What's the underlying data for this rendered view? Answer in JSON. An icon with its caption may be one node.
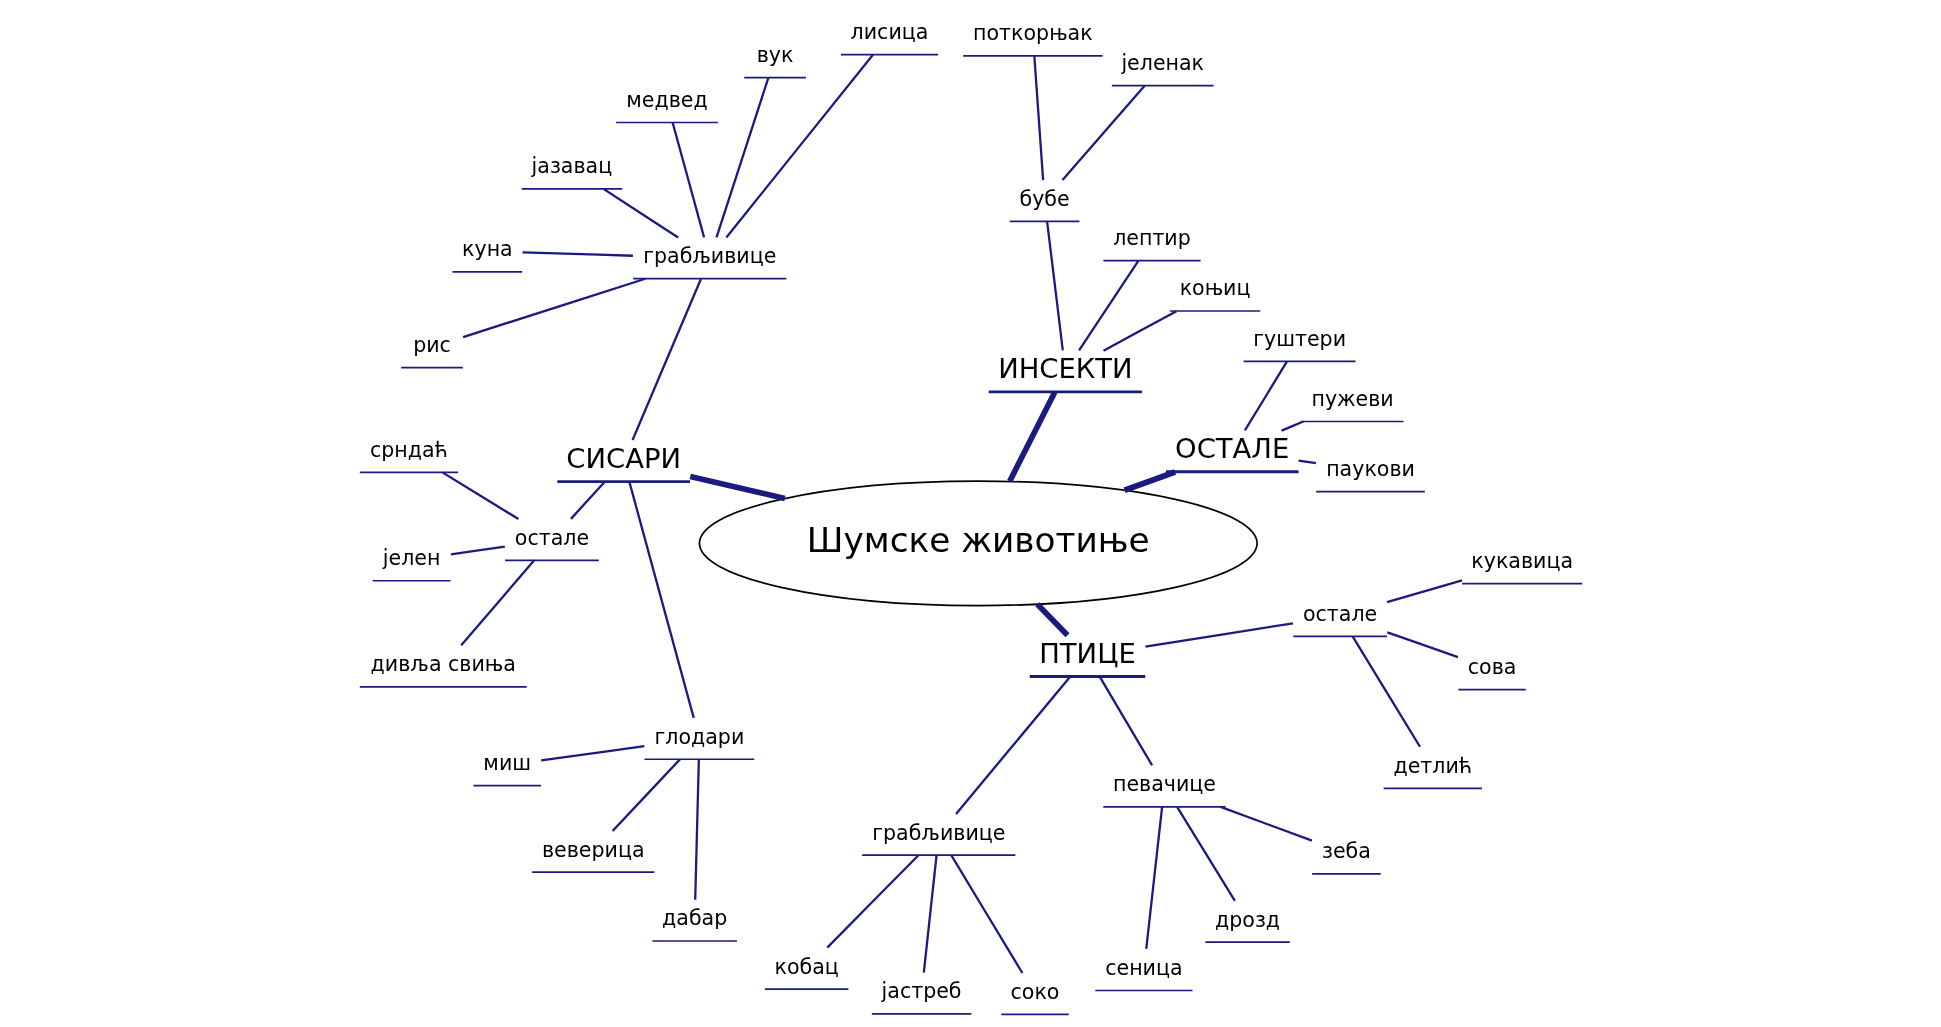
{
  "diagram": {
    "nodes": [
      {
        "text": [
          "Шумске животиње"
        ]
      },
      {
        "text": [
          "ОСТАЛЕ"
        ]
      },
      {
        "text": [
          "паукови"
        ]
      },
      {
        "text": [
          "пужеви"
        ]
      },
      {
        "text": [
          "гуштери"
        ]
      },
      {
        "text": [
          "ИНСЕКТИ"
        ]
      },
      {
        "text": [
          "коњиц"
        ]
      },
      {
        "text": [
          "лептир"
        ]
      },
      {
        "text": [
          "бубе"
        ]
      },
      {
        "text": [
          "јеленак"
        ]
      },
      {
        "text": [
          "поткорњак"
        ]
      },
      {
        "text": [
          "СИСАРИ"
        ]
      },
      {
        "text": [
          "грабљивице"
        ]
      },
      {
        "text": [
          "лисица"
        ]
      },
      {
        "text": [
          "вук"
        ]
      },
      {
        "text": [
          "медвед"
        ]
      },
      {
        "text": [
          "јазавац"
        ]
      },
      {
        "text": [
          "куна"
        ]
      },
      {
        "text": [
          "рис"
        ]
      },
      {
        "text": [
          "остале"
        ]
      },
      {
        "text": [
          "срндаћ"
        ]
      },
      {
        "text": [
          "јелен"
        ]
      },
      {
        "text": [
          "дивља свиња"
        ]
      },
      {
        "text": [
          "глодари"
        ]
      },
      {
        "text": [
          "миш"
        ]
      },
      {
        "text": [
          "веверица"
        ]
      },
      {
        "text": [
          "дабар"
        ]
      },
      {
        "text": [
          "ПТИЦЕ"
        ]
      },
      {
        "text": [
          "грабљивице"
        ]
      },
      {
        "text": [
          "кобац"
        ]
      },
      {
        "text": [
          "јастреб"
        ]
      },
      {
        "text": [
          "соко"
        ]
      },
      {
        "text": [
          "певачице"
        ]
      },
      {
        "text": [
          "сеница"
        ]
      },
      {
        "text": [
          "дрозд"
        ]
      },
      {
        "text": [
          "зеба"
        ]
      },
      {
        "text": [
          "остале"
        ]
      },
      {
        "text": [
          "детлић"
        ]
      },
      {
        "text": [
          "сова"
        ]
      },
      {
        "text": [
          "кукавица"
        ]
      }
    ],
    "edges": [
      {
        "from": 0,
        "to": 1,
        "arrow": "none",
        "style": "thick"
      },
      {
        "from": 1,
        "to": 2,
        "arrow": "none"
      },
      {
        "from": 1,
        "to": 3,
        "arrow": "none"
      },
      {
        "from": 1,
        "to": 4,
        "arrow": "none"
      },
      {
        "from": 0,
        "to": 5,
        "arrow": "none",
        "style": "thick"
      },
      {
        "from": 5,
        "to": 6,
        "arrow": "none"
      },
      {
        "from": 5,
        "to": 7,
        "arrow": "none"
      },
      {
        "from": 5,
        "to": 8,
        "arrow": "none"
      },
      {
        "from": 8,
        "to": 9,
        "arrow": "none"
      },
      {
        "from": 8,
        "to": 10,
        "arrow": "none"
      },
      {
        "from": 0,
        "to": 11,
        "arrow": "none",
        "style": "thick"
      },
      {
        "from": 11,
        "to": 12,
        "arrow": "none"
      },
      {
        "from": 12,
        "to": 13,
        "arrow": "none"
      },
      {
        "from": 12,
        "to": 14,
        "arrow": "none"
      },
      {
        "from": 12,
        "to": 15,
        "arrow": "none"
      },
      {
        "from": 12,
        "to": 16,
        "arrow": "none"
      },
      {
        "from": 12,
        "to": 17,
        "arrow": "none"
      },
      {
        "from": 12,
        "to": 18,
        "arrow": "none"
      },
      {
        "from": 11,
        "to": 19,
        "arrow": "none"
      },
      {
        "from": 19,
        "to": 20,
        "arrow": "none"
      },
      {
        "from": 19,
        "to": 21,
        "arrow": "none"
      },
      {
        "from": 19,
        "to": 22,
        "arrow": "none"
      },
      {
        "from": 11,
        "to": 23,
        "arrow": "none"
      },
      {
        "from": 23,
        "to": 24,
        "arrow": "none"
      },
      {
        "from": 23,
        "to": 25,
        "arrow": "none"
      },
      {
        "from": 23,
        "to": 26,
        "arrow": "none"
      },
      {
        "from": 0,
        "to": 27,
        "arrow": "none",
        "style": "thick"
      },
      {
        "from": 27,
        "to": 28,
        "arrow": "none"
      },
      {
        "from": 28,
        "to": 29,
        "arrow": "none"
      },
      {
        "from": 28,
        "to": 30,
        "arrow": "none"
      },
      {
        "from": 28,
        "to": 31,
        "arrow": "none"
      },
      {
        "from": 27,
        "to": 32,
        "arrow": "none"
      },
      {
        "from": 32,
        "to": 33,
        "arrow": "none"
      },
      {
        "from": 32,
        "to": 34,
        "arrow": "none"
      },
      {
        "from": 32,
        "to": 35,
        "arrow": "none"
      },
      {
        "from": 27,
        "to": 36,
        "arrow": "none"
      },
      {
        "from": 36,
        "to": 37,
        "arrow": "none"
      },
      {
        "from": 36,
        "to": 38,
        "arrow": "none"
      },
      {
        "from": 36,
        "to": 39,
        "arrow": "none"
      }
    ]
  }
}
